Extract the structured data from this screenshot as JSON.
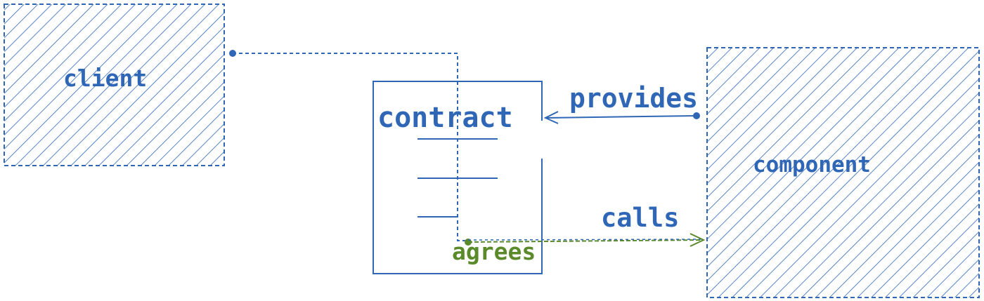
{
  "colors": {
    "primary": "#2f67b6",
    "accent": "#5a8a2a",
    "background": "#ffffff"
  },
  "nodes": {
    "client": {
      "label": "client"
    },
    "contract": {
      "label": "contract"
    },
    "component": {
      "label": "component"
    }
  },
  "edges": {
    "provides": {
      "label": "provides"
    },
    "calls": {
      "label": "calls"
    },
    "agrees": {
      "label": "agrees"
    }
  }
}
